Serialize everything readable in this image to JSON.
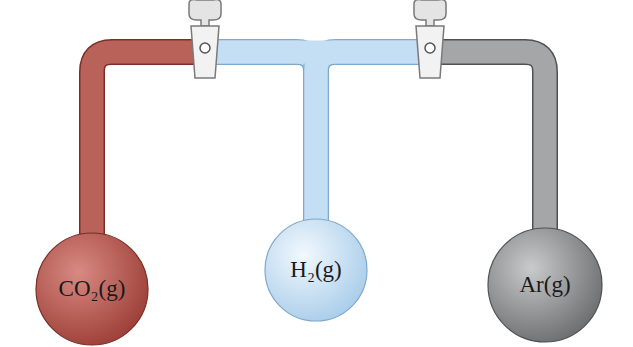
{
  "diagram": {
    "nodes": [
      {
        "text": [
          "CO₂(g)"
        ]
      },
      {
        "text": [
          "H₂(g)"
        ]
      },
      {
        "text": [
          "Ar(g)"
        ]
      }
    ],
    "edges": [
      {
        "from": 0,
        "to": 1,
        "arrow": "none"
      },
      {
        "from": 1,
        "to": 2,
        "arrow": "none"
      }
    ]
  }
}
